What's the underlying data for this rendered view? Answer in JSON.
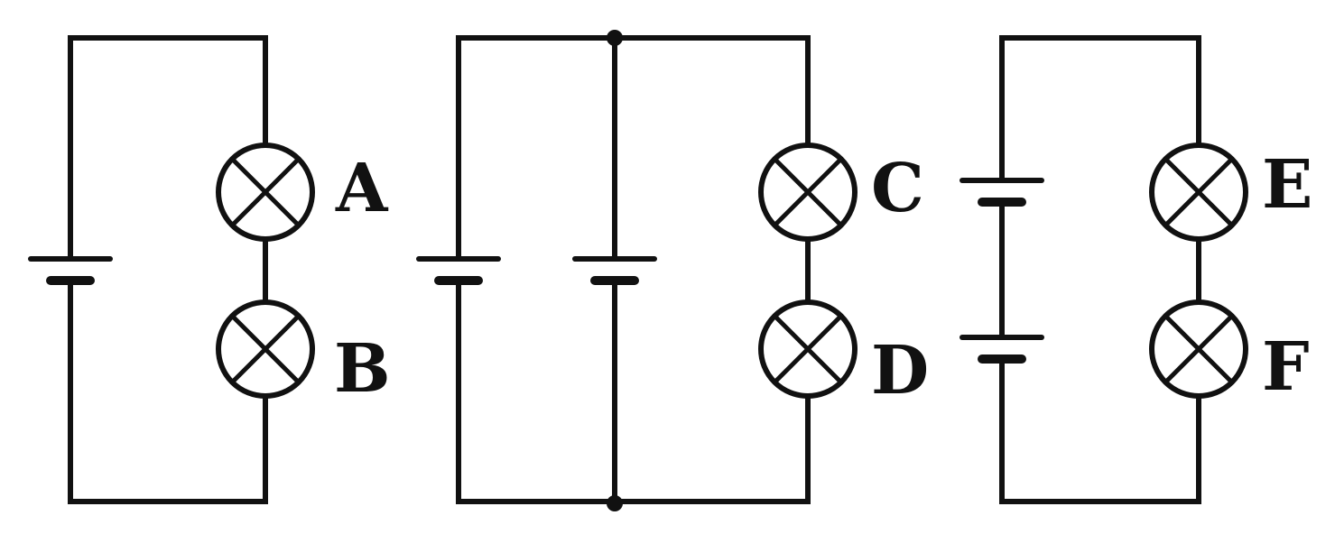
{
  "diagram": {
    "circuits": [
      {
        "lamps": [
          "A",
          "B"
        ],
        "cells": 1,
        "cell_arrangement": "single"
      },
      {
        "lamps": [
          "C",
          "D"
        ],
        "cells": 2,
        "cell_arrangement": "parallel"
      },
      {
        "lamps": [
          "E",
          "F"
        ],
        "cells": 2,
        "cell_arrangement": "series"
      }
    ],
    "labels": {
      "lamp_a": "A",
      "lamp_b": "B",
      "lamp_c": "C",
      "lamp_d": "D",
      "lamp_e": "E",
      "lamp_f": "F"
    },
    "stroke_color": "#111111",
    "background_color": "#ffffff"
  }
}
